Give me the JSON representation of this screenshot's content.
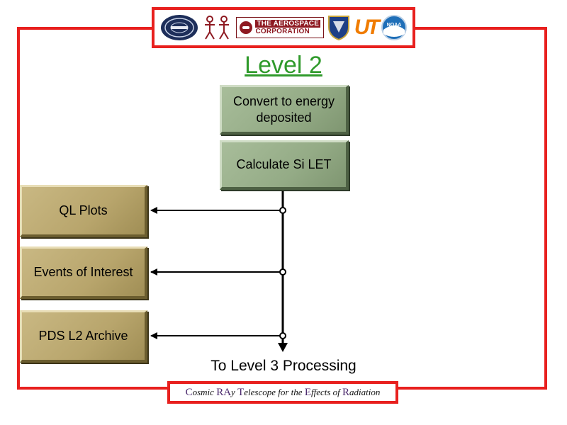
{
  "header": {
    "logos": [
      {
        "icon": "crest-seal-icon"
      },
      {
        "icon": "robot-figures-icon"
      },
      {
        "icon": "aerospace-corporation-logo",
        "line1": "THE AEROSPACE",
        "line2": "CORPORATION"
      },
      {
        "icon": "shield-emblem-icon"
      },
      {
        "icon": "ut-logo",
        "text": "UT"
      },
      {
        "icon": "noaa-emblem-icon",
        "text": "NOAA"
      }
    ]
  },
  "title": "Level 2",
  "process_steps": [
    {
      "label_line1": "Convert to energy",
      "label_line2": "deposited"
    },
    {
      "label": "Calculate Si LET"
    }
  ],
  "outputs": [
    {
      "label": "QL Plots"
    },
    {
      "label": "Events of Interest"
    },
    {
      "label": "PDS L2 Archive"
    }
  ],
  "next_step": "To Level 3 Processing",
  "footer": {
    "parts": [
      {
        "cap": "C",
        "rest": "osmic "
      },
      {
        "cap": "RA",
        "rest": "y "
      },
      {
        "cap": "T",
        "rest": "elescope for the "
      },
      {
        "cap": "E",
        "rest": "ffects of "
      },
      {
        "cap": "R",
        "rest": "adiation"
      }
    ]
  },
  "colors": {
    "frame_red": "#e8201e",
    "title_green": "#2f9a2b",
    "process_box_green": "#94ab86",
    "output_box_tan": "#b8a56c"
  }
}
